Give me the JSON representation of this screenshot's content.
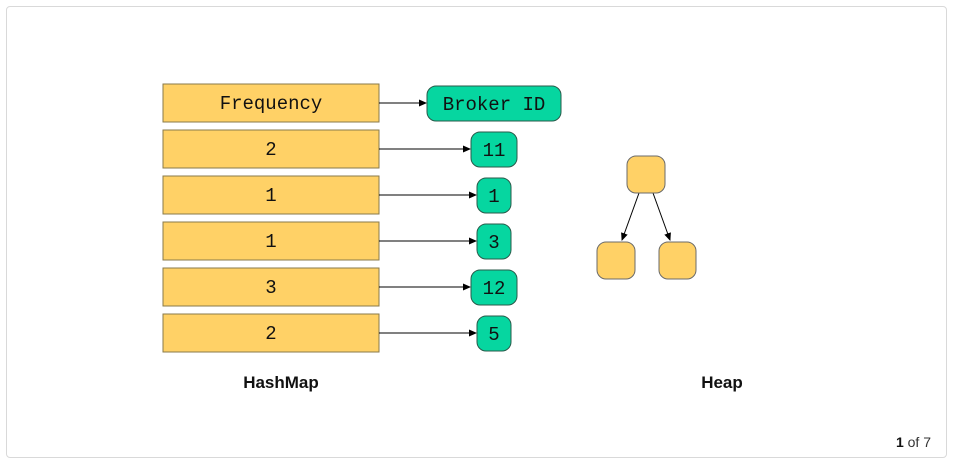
{
  "hashmap": {
    "header_key": "Frequency",
    "header_value": "Broker ID",
    "rows": [
      {
        "frequency": "2",
        "broker_id": "11"
      },
      {
        "frequency": "1",
        "broker_id": "1"
      },
      {
        "frequency": "1",
        "broker_id": "3"
      },
      {
        "frequency": "3",
        "broker_id": "12"
      },
      {
        "frequency": "2",
        "broker_id": "5"
      }
    ],
    "caption": "HashMap"
  },
  "heap": {
    "caption": "Heap"
  },
  "pager": {
    "current": "1",
    "separator": "of",
    "total": "7"
  },
  "colors": {
    "key_fill": "#ffd166",
    "key_stroke": "#8a7a4a",
    "value_fill": "#06d6a0",
    "value_stroke": "#2a5a4a",
    "node_fill": "#ffd166",
    "node_stroke": "#6b6b6b",
    "arrow": "#000000"
  }
}
